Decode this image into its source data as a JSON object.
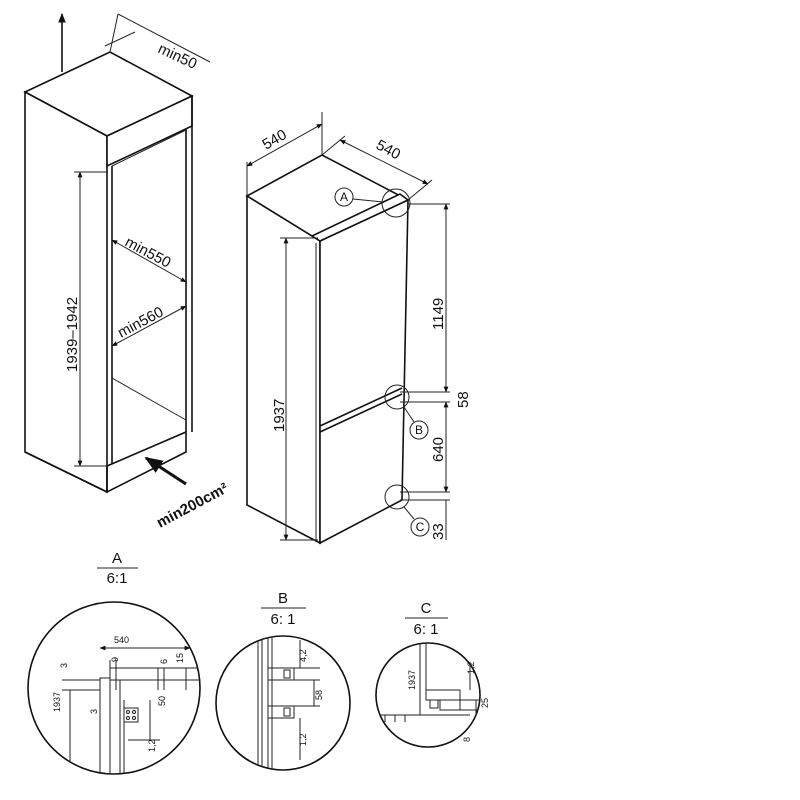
{
  "niche": {
    "clearance_top": "min50",
    "height_range": "1939–1942",
    "depth_min": "min550",
    "width_min": "min560",
    "vent_area": "min200cm²"
  },
  "appliance": {
    "width": "540",
    "depth": "540",
    "height": "1937",
    "upper_section": "1149",
    "gap": "58",
    "lower_section": "640",
    "bottom": "33",
    "callout_a": "A",
    "callout_b": "B",
    "callout_c": "C"
  },
  "details": [
    {
      "letter": "A",
      "scale": "6:1",
      "dims": [
        "540",
        "3",
        "9",
        "6",
        "15",
        "1937",
        "3",
        "50",
        "1,2"
      ]
    },
    {
      "letter": "B",
      "scale": "6: 1",
      "dims": [
        "4,2",
        "58",
        "1,2"
      ]
    },
    {
      "letter": "C",
      "scale": "6: 1",
      "dims": [
        "1937",
        "1,2",
        "25",
        "8"
      ]
    }
  ]
}
